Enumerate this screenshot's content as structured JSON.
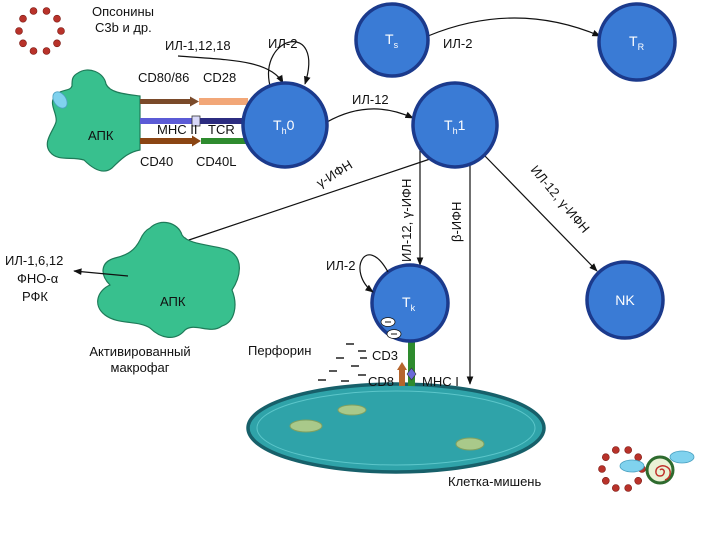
{
  "colors": {
    "t_cell_fill": "#3A7BD5",
    "t_cell_border": "#1B3A8C",
    "apc_fill": "#38C08E",
    "target_cell_fill": "#2FA3A9",
    "opsonin_dots": "#B8322A",
    "vesicle_fill": "#80D2EE"
  },
  "opsonins": {
    "line1": "Опсонины",
    "line2": "С3b и др."
  },
  "cytokines": {
    "il_1_12_18": "ИЛ-1,12,18",
    "il2_th0": "ИЛ-2",
    "il2_ts_tr": "ИЛ-2",
    "il12_th0_th1": "ИЛ-12",
    "gamma_ifn_macrophage": "γ-ИФН",
    "il12_gamma_ifn_tk": "ИЛ-12, γ-ИФН",
    "beta_ifn": "β-ИФН",
    "il12_gamma_ifn_nk": "ИЛ-12, γ-ИФН",
    "il2_tk": "ИЛ-2",
    "perforin": "Перфорин"
  },
  "apc": {
    "label": "АПК",
    "cd80_86": "CD80/86",
    "cd28": "CD28",
    "mhc2": "MHC II",
    "tcr": "TCR",
    "cd40": "CD40",
    "cd40l": "CD40L"
  },
  "macrophage": {
    "label": "АПК",
    "caption_line1": "Активированный",
    "caption_line2": "макрофаг",
    "secretions": [
      "ИЛ-1,6,12",
      "ФНО-α",
      "РФК"
    ]
  },
  "cells": {
    "ts": {
      "main": "T",
      "sub": "s"
    },
    "tr": {
      "main": "T",
      "sub": "R"
    },
    "th0": {
      "main": "T",
      "sub": "h",
      "suffix": "0"
    },
    "th1": {
      "main": "T",
      "sub": "h",
      "suffix": "1"
    },
    "tk": {
      "main": "T",
      "sub": "k"
    },
    "nk": {
      "main": "NK"
    }
  },
  "target": {
    "label": "Клетка-мишень",
    "cd3": "CD3",
    "cd8": "CD8",
    "mhc1": "MHC I"
  }
}
